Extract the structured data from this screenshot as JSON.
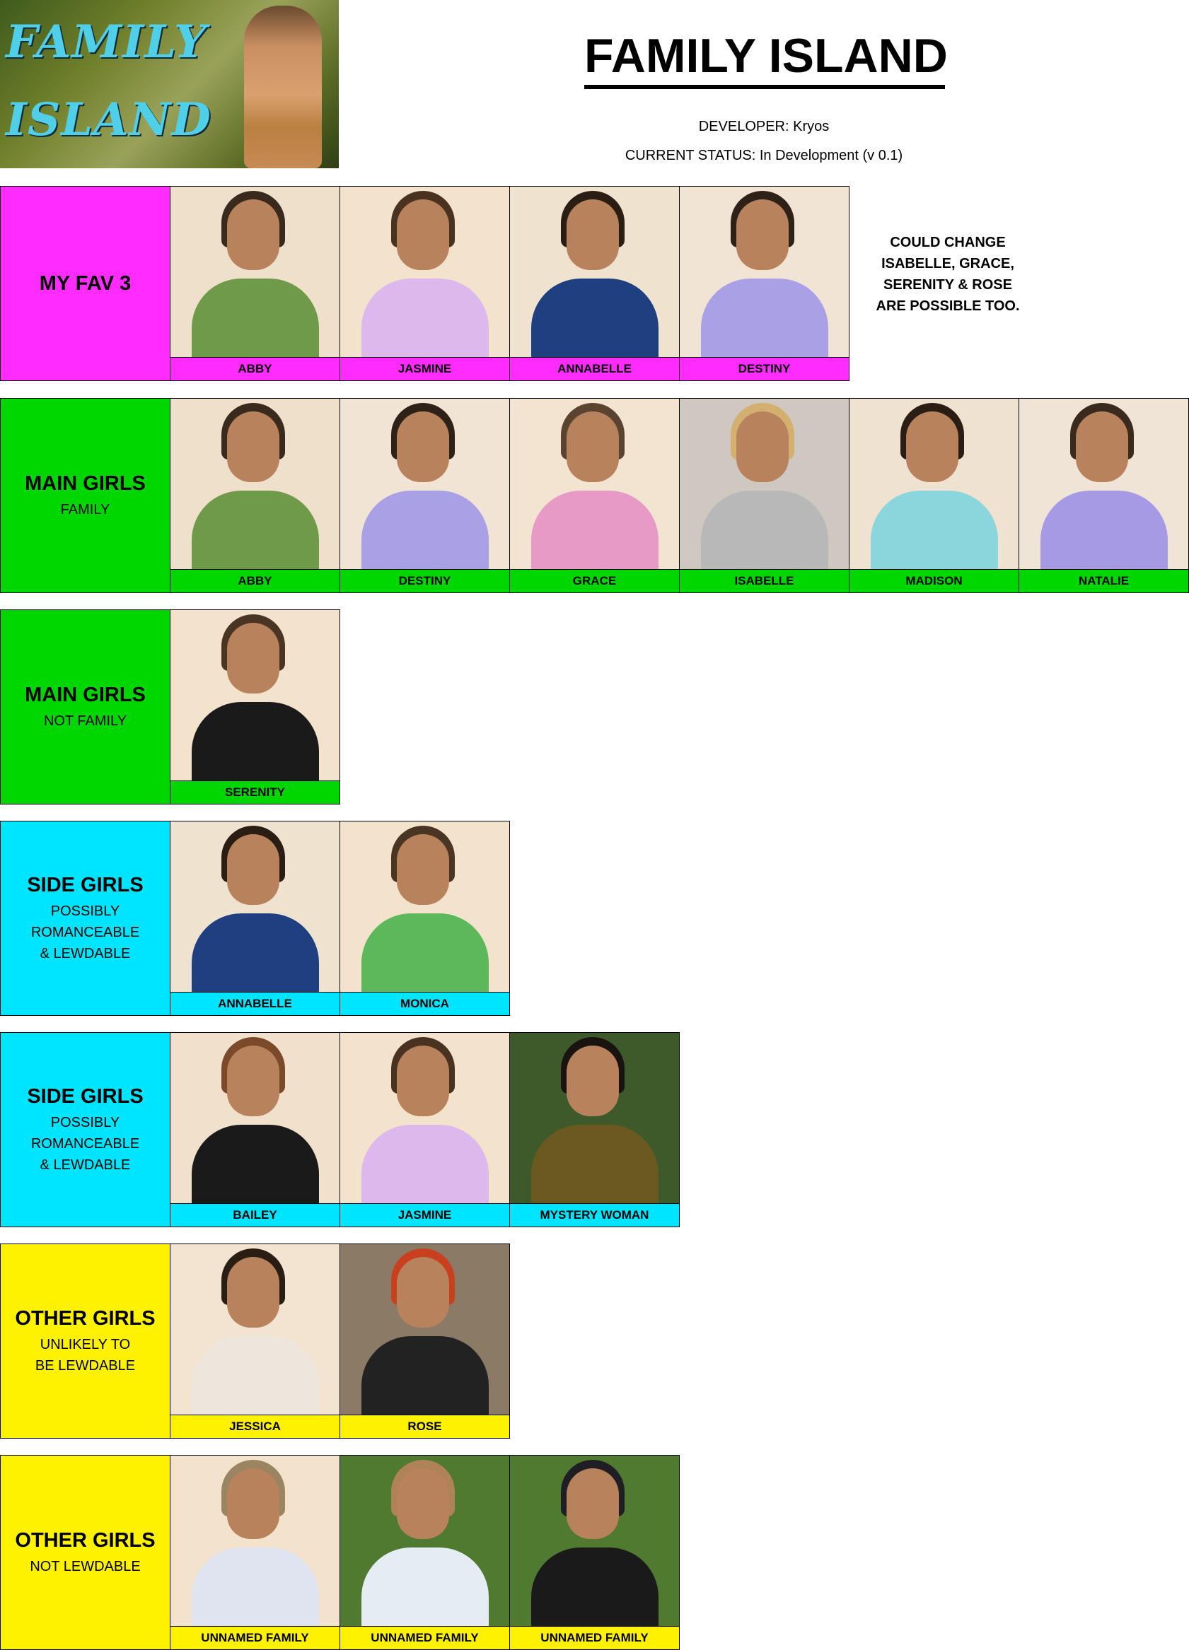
{
  "logo": {
    "line1": "FAMILY",
    "line2": "ISLAND"
  },
  "header": {
    "title": "FAMILY ISLAND",
    "developer": "DEVELOPER: Kryos",
    "status": "CURRENT STATUS: In Development (v 0.1)"
  },
  "note": "COULD CHANGE\nISABELLE, GRACE,\nSERENITY & ROSE\nARE POSSIBLE TOO.",
  "colors": {
    "magenta": "#ff2bff",
    "green": "#00d600",
    "cyan": "#00e5ff",
    "yellow": "#fff200"
  },
  "sections": [
    {
      "title": "MY FAV 3",
      "subtitle": "",
      "color": "#ff2bff",
      "girls": [
        {
          "name": "ABBY",
          "bg": "#efe0cc",
          "top": "#6e9a4a",
          "hair": "#3a2a1e"
        },
        {
          "name": "JASMINE",
          "bg": "#f3e2cc",
          "top": "#dcb8ec",
          "hair": "#4a3220"
        },
        {
          "name": "ANNABELLE",
          "bg": "#efe3d0",
          "top": "#1f3f80",
          "hair": "#2a1e14"
        },
        {
          "name": "DESTINY",
          "bg": "#f2e4d4",
          "top": "#a9a0e6",
          "hair": "#2e2218"
        }
      ]
    },
    {
      "title": "MAIN GIRLS",
      "subtitle": "FAMILY",
      "color": "#00d600",
      "girls": [
        {
          "name": "ABBY",
          "bg": "#efe0cc",
          "top": "#6e9a4a",
          "hair": "#3a2a1e"
        },
        {
          "name": "DESTINY",
          "bg": "#f2e4d4",
          "top": "#a9a0e6",
          "hair": "#2e2218"
        },
        {
          "name": "GRACE",
          "bg": "#f3e4d2",
          "top": "#e79ac6",
          "hair": "#5a4430"
        },
        {
          "name": "ISABELLE",
          "bg": "#cfc8c0",
          "top": "#b8b8b8",
          "hair": "#d4b070"
        },
        {
          "name": "MADISON",
          "bg": "#efe2d0",
          "top": "#8ad6dc",
          "hair": "#2a1e14"
        },
        {
          "name": "NATALIE",
          "bg": "#f0e4d6",
          "top": "#a69ae4",
          "hair": "#3a2a1e"
        }
      ]
    },
    {
      "title": "MAIN GIRLS",
      "subtitle": "NOT FAMILY",
      "color": "#00d600",
      "girls": [
        {
          "name": "SERENITY",
          "bg": "#f3e2cc",
          "top": "#1a1a1a",
          "hair": "#4a3424"
        }
      ]
    },
    {
      "title": "SIDE GIRLS",
      "subtitle": "POSSIBLY\nROMANCEABLE\n& LEWDABLE",
      "color": "#00e5ff",
      "girls": [
        {
          "name": "ANNABELLE",
          "bg": "#efe3d0",
          "top": "#1f3f80",
          "hair": "#2a1e14"
        },
        {
          "name": "MONICA",
          "bg": "#f3e2cc",
          "top": "#5cb85a",
          "hair": "#4a3424"
        }
      ]
    },
    {
      "title": "SIDE GIRLS",
      "subtitle": "POSSIBLY\nROMANCEABLE\n& LEWDABLE",
      "color": "#00e5ff",
      "girls": [
        {
          "name": "BAILEY",
          "bg": "#f0e0cc",
          "top": "#1a1a1a",
          "hair": "#7a4a2a"
        },
        {
          "name": "JASMINE",
          "bg": "#f3e2cc",
          "top": "#dcb8ec",
          "hair": "#4a3220"
        },
        {
          "name": "MYSTERY WOMAN",
          "bg": "#3e5a2a",
          "top": "#6a5a20",
          "hair": "#1a1410"
        }
      ]
    },
    {
      "title": "OTHER GIRLS",
      "subtitle": "UNLIKELY TO\nBE LEWDABLE",
      "color": "#fff200",
      "girls": [
        {
          "name": "JESSICA",
          "bg": "#f3e4d2",
          "top": "#eee6dc",
          "hair": "#2a1e14"
        },
        {
          "name": "ROSE",
          "bg": "#8a7a66",
          "top": "#222222",
          "hair": "#c8401e"
        }
      ]
    },
    {
      "title": "OTHER GIRLS",
      "subtitle": "NOT LEWDABLE",
      "color": "#fff200",
      "girls": [
        {
          "name": "UNNAMED FAMILY",
          "bg": "#f3e2cc",
          "top": "#dfe4f0",
          "hair": "#9a8462"
        },
        {
          "name": "UNNAMED FAMILY",
          "bg": "#4f7a30",
          "top": "#e6ecf4",
          "hair": "#b08258"
        },
        {
          "name": "UNNAMED FAMILY",
          "bg": "#4f7a30",
          "top": "#1a1a1a",
          "hair": "#1e1e24"
        }
      ]
    }
  ]
}
